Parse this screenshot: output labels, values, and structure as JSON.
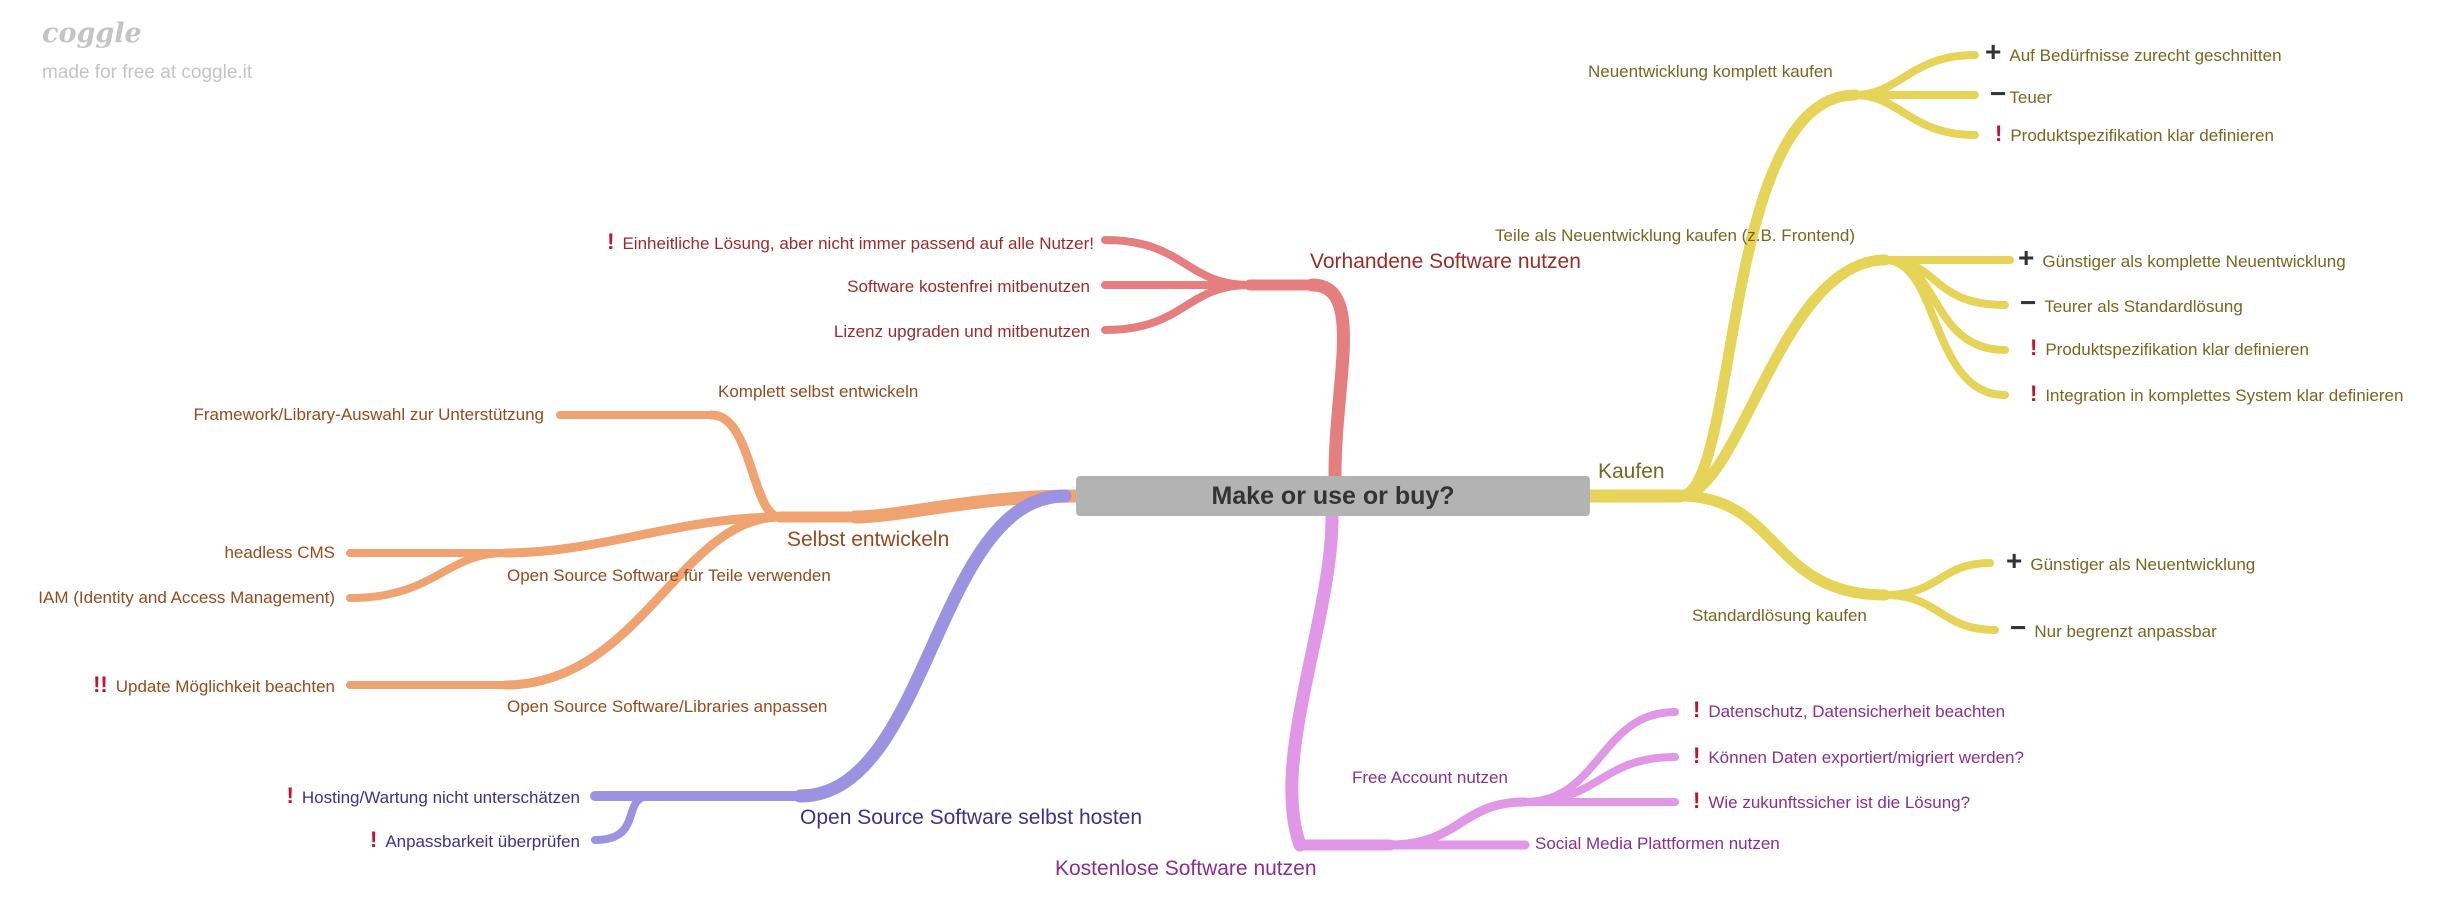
{
  "watermark": {
    "logo": "coggle",
    "subtitle": "made for free at coggle.it"
  },
  "root": "Make or use or buy?",
  "colors": {
    "red_branch": "#e57f7f",
    "orange_branch": "#eea371",
    "purple_branch": "#9b92e2",
    "pink_branch": "#df97e6",
    "yellow_branch": "#e6d459",
    "exclamation": "#c8102e",
    "root_box": "#b3b3b3"
  },
  "icons": {
    "exclamation": "!",
    "double_exclamation": "!!",
    "plus": "+",
    "minus": "−"
  },
  "branches": {
    "vorhandene": {
      "label": "Vorhandene Software nutzen",
      "children": [
        "Einheitliche Lösung, aber nicht immer passend auf alle Nutzer!",
        "Software kostenfrei mitbenutzen",
        "Lizenz upgraden und mitbenutzen"
      ]
    },
    "selbst": {
      "label": "Selbst entwickeln",
      "komplett": {
        "label": "Komplett selbst entwickeln",
        "children": [
          "Framework/Library-Auswahl zur Unterstützung"
        ]
      },
      "teile": {
        "label": "Open Source Software für Teile verwenden",
        "children": [
          "headless CMS",
          "IAM (Identity and Access Management)"
        ]
      },
      "anpassen": {
        "label": "Open Source Software/Libraries anpassen",
        "children": [
          "Update Möglichkeit beachten"
        ]
      }
    },
    "hosten": {
      "label": "Open Source Software selbst hosten",
      "children": [
        "Hosting/Wartung nicht unterschätzen",
        "Anpassbarkeit überprüfen"
      ]
    },
    "kostenlose": {
      "label": "Kostenlose Software nutzen",
      "free_account": {
        "label": "Free Account nutzen",
        "children": [
          "Datenschutz, Datensicherheit beachten",
          "Können Daten exportiert/migriert werden?",
          "Wie zukunftssicher ist die Lösung?"
        ]
      },
      "social": "Social Media Plattformen nutzen"
    },
    "kaufen": {
      "label": "Kaufen",
      "neu": {
        "label": "Neuentwicklung komplett kaufen",
        "children": [
          "Auf Bedürfnisse zurecht geschnitten",
          "Teuer",
          "Produktspezifikation klar definieren"
        ]
      },
      "teile": {
        "label": "Teile als Neuentwicklung kaufen (z.B. Frontend)",
        "children": [
          "Günstiger als komplette Neuentwicklung",
          "Teurer als Standardlösung",
          "Produktspezifikation klar definieren",
          "Integration in komplettes System klar definieren"
        ]
      },
      "standard": {
        "label": "Standardlösung kaufen",
        "children": [
          "Günstiger als Neuentwicklung",
          "Nur begrenzt anpassbar"
        ]
      }
    }
  }
}
